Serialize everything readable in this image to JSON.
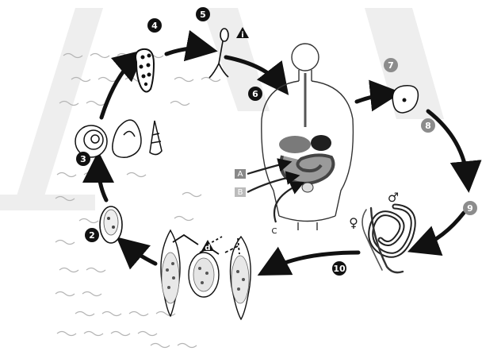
{
  "steps": [
    {
      "label": "2",
      "color": "#111111"
    },
    {
      "label": "3",
      "color": "#111111"
    },
    {
      "label": "4",
      "color": "#111111"
    },
    {
      "label": "5",
      "color": "#111111"
    },
    {
      "label": "6",
      "color": "#111111"
    },
    {
      "label": "7",
      "color": "#8c8c8c"
    },
    {
      "label": "8",
      "color": "#8c8c8c"
    },
    {
      "label": "9",
      "color": "#8c8c8c"
    },
    {
      "label": "10",
      "color": "#111111"
    }
  ],
  "stage_markers": {
    "i": "i",
    "d": "d"
  },
  "body_site_labels": {
    "a": "A",
    "b": "B",
    "c": "C"
  },
  "sex_symbols": {
    "female": "♀",
    "male": "♂"
  }
}
